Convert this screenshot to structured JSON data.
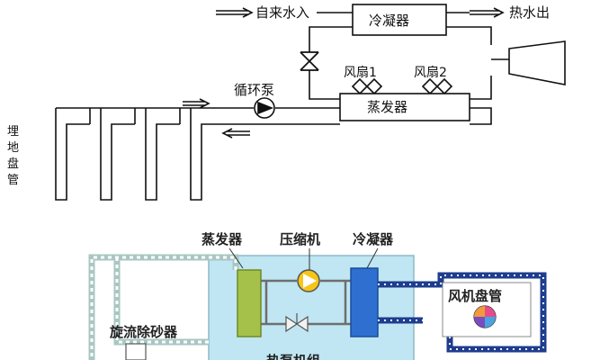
{
  "top": {
    "inlet_label": "自来水入",
    "outlet_label": "热水出",
    "condenser_label": "冷凝器",
    "evaporator_label": "蒸发器",
    "fan1_label": "风扇1",
    "fan2_label": "风扇2",
    "pump_label": "循环泵",
    "ground_pipe_label": [
      "埋",
      "地",
      "盘",
      "管"
    ]
  },
  "bottom": {
    "evaporator_label": "蒸发器",
    "compressor_label": "压缩机",
    "condenser_label": "冷凝器",
    "fan_coil_label": "风机盘管",
    "desander_label": "旋流除砂器",
    "unit_label_partial": "热泵机组"
  },
  "colors": {
    "line": "#111111",
    "water_pipe": "#a9c7c2",
    "unit_box": "#bfe6f2",
    "evaporator_fill": "#a6c14a",
    "condenser_fill": "#2f6fd0",
    "indoor_loop": "#1e3d8f",
    "compressor_fill": "#f5c518",
    "valve_fill": "#f2f2f2"
  }
}
